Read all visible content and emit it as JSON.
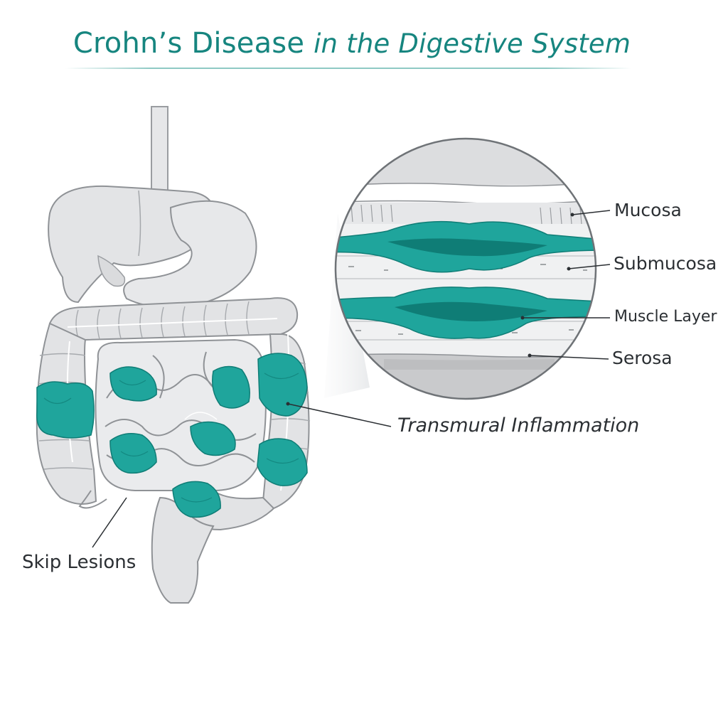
{
  "title": {
    "main": "Crohn’s Disease",
    "sub": "in the Digestive System"
  },
  "labels": {
    "mucosa": "Mucosa",
    "submucosa": "Submucosa",
    "muscle_layer": "Muscle Layer",
    "serosa": "Serosa",
    "transmural": "Transmural Inflammation",
    "skip_lesions": "Skip Lesions"
  },
  "colors": {
    "accent": "#16857f",
    "inflammation": "#1fa59c",
    "inflammation_dark": "#0f7d76",
    "organ_fill": "#e4e5e7",
    "organ_stroke": "#9a9da1"
  }
}
